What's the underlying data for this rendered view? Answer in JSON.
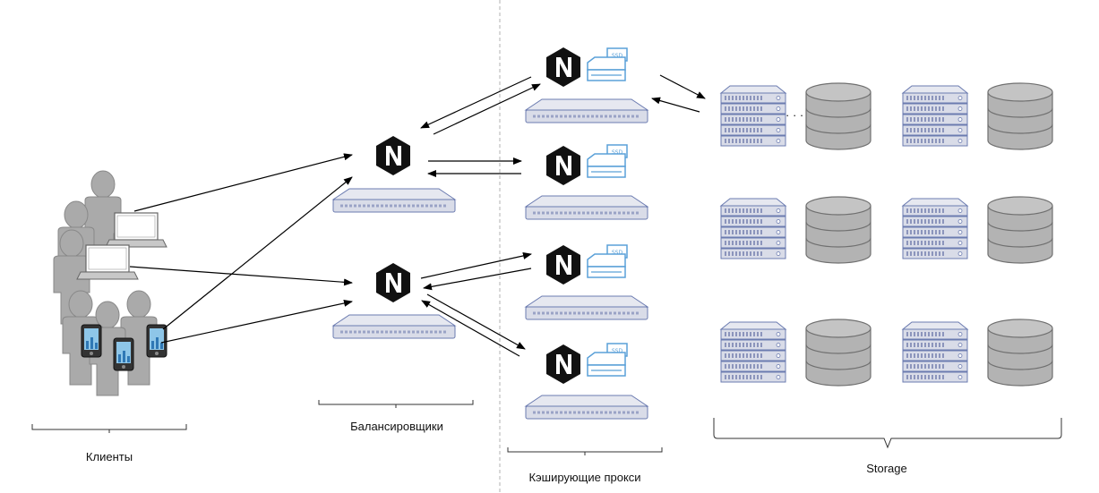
{
  "labels": {
    "clients": "Клиенты",
    "balancers": "Балансировщики",
    "caching_proxies": "Кэширующие прокси",
    "storage": "Storage"
  },
  "icons": {
    "nginx_letter": "N",
    "ssd_label": "SSD",
    "ellipsis": "· · ·"
  },
  "colors": {
    "person": "#aaaaaa",
    "person_stroke": "#888888",
    "rack_fill": "#d9dce8",
    "rack_stroke": "#6b7bb0",
    "nginx": "#111111",
    "ssd": "#5aa0d8",
    "db_fill": "#b3b3b3",
    "db_stroke": "#707070",
    "arrow": "#000000",
    "divider": "#b0b0b0"
  }
}
